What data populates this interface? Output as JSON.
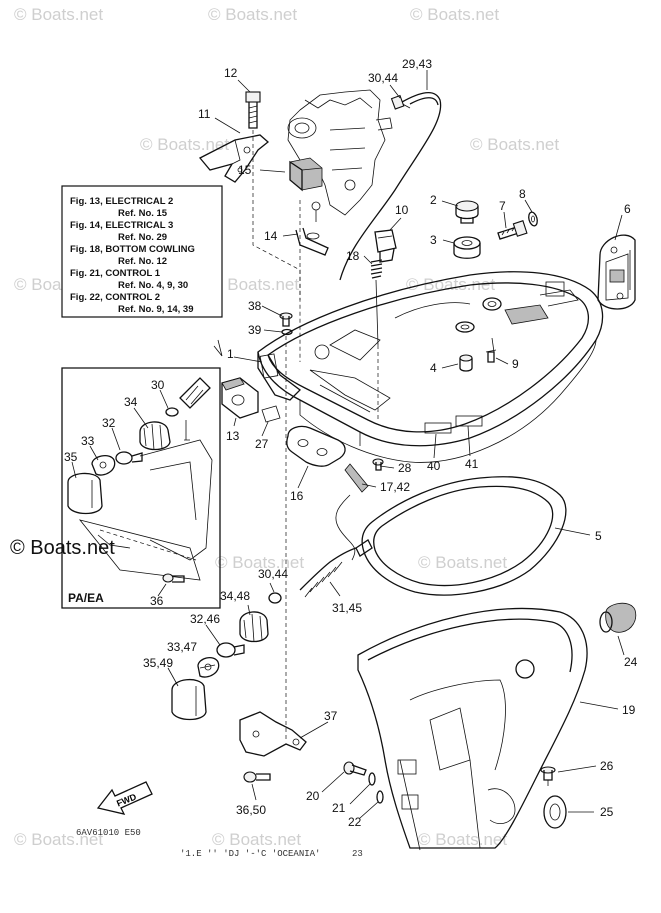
{
  "watermarks": [
    "© Boats.net",
    "© Boats.net",
    "© Boats.net",
    "© Boats.net",
    "© Boats.net",
    "© Boats.net",
    "© Boats.net",
    "© Boats.net",
    "© Boats.net",
    "© Boats.net",
    "© Boats.net",
    "© Boats.net",
    "© Boats.net"
  ],
  "watermark_main": "© Boats.net",
  "reference_box": {
    "lines": [
      "Fig. 13, ELECTRICAL 2",
      "Ref. No. 15",
      "Fig. 14, ELECTRICAL 3",
      "Ref. No. 29",
      "Fig. 18, BOTTOM COWLING",
      "Ref. No. 12",
      "Fig. 21, CONTROL 1",
      "Ref. No. 4, 9, 30",
      "Fig. 22, CONTROL 2",
      "Ref. No. 9, 14, 39"
    ]
  },
  "inset_label": "PA/EA",
  "fwd_label": "FWD",
  "callouts": {
    "c1": "1",
    "c2": "2",
    "c3": "3",
    "c4": "4",
    "c5": "5",
    "c6": "6",
    "c7": "7",
    "c8": "8",
    "c9": "9",
    "c10": "10",
    "c11": "11",
    "c12": "12",
    "c13": "13",
    "c14": "14",
    "c15": "15",
    "c16": "16",
    "c17_42": "17,42",
    "c18": "18",
    "c19": "19",
    "c20": "20",
    "c21": "21",
    "c22": "22",
    "c24": "24",
    "c25": "25",
    "c26": "26",
    "c27": "27",
    "c28": "28",
    "c29_43": "29,43",
    "c30": "30",
    "c30_44a": "30,44",
    "c30_44b": "30,44",
    "c31_45": "31,45",
    "c32": "32",
    "c32_46": "32,46",
    "c33": "33",
    "c33_47": "33,47",
    "c34": "34",
    "c34_48": "34,48",
    "c35": "35",
    "c35_49": "35,49",
    "c36": "36",
    "c36_50": "36,50",
    "c37": "37",
    "c38": "38",
    "c39": "39",
    "c40": "40",
    "c41": "41"
  },
  "footer": {
    "left": "6AV61010 E50",
    "bottom": "'1.E '' 'DJ '-'C 'OCEANIA'",
    "page": "23"
  }
}
